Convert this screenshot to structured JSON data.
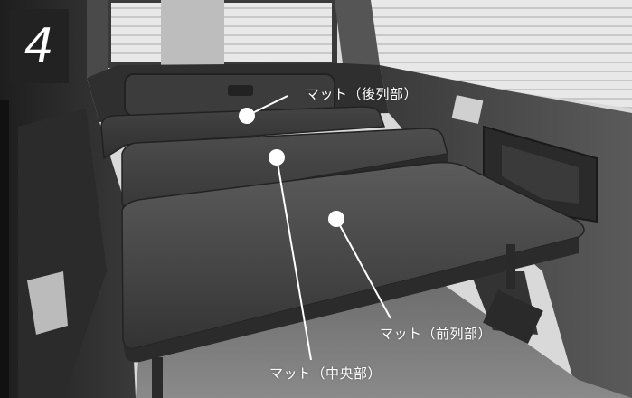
{
  "step_number": "4",
  "labels": {
    "rear": "マット（後列部）",
    "middle": "マット（中央部）",
    "front": "マット（前列部）"
  },
  "colors": {
    "marker": "#ffffff",
    "badge_bg": "#222222",
    "badge_text": "#ffffff"
  }
}
